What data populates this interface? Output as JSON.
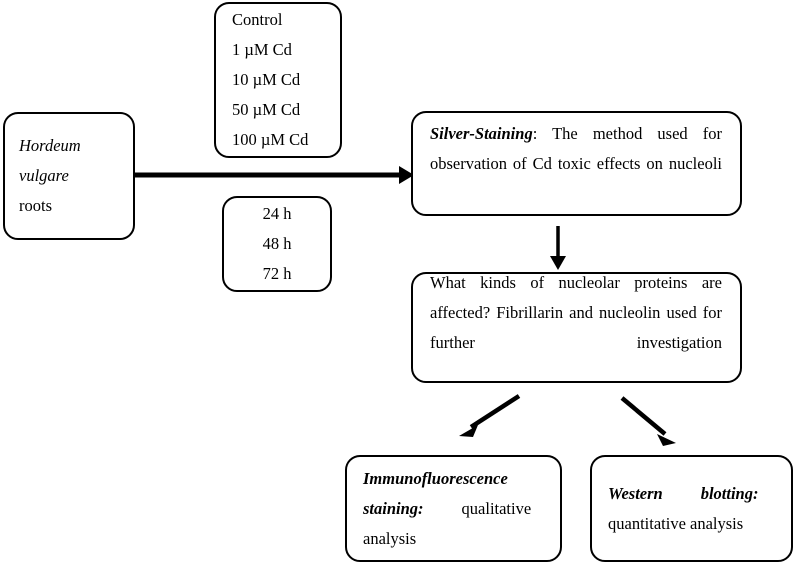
{
  "diagram": {
    "title": "Experimental design flowchart of Cd toxicity study in Hordeum vulgare roots",
    "colors": {
      "stroke": "#000000",
      "background": "#ffffff",
      "text": "#000000"
    },
    "boxes": {
      "plant_material": {
        "name": "plant-material-box",
        "lines": [
          {
            "text": "Hordeum",
            "style": "italic"
          },
          {
            "text": "vulgare",
            "style": "italic"
          },
          {
            "text": "roots",
            "style": "regular"
          }
        ]
      },
      "treatments": {
        "name": "cd-treatment-box",
        "lines": [
          "Control",
          "1 µM Cd",
          "10 µM Cd",
          "50 µM Cd",
          "100 µM Cd"
        ]
      },
      "durations": {
        "name": "exposure-duration-box",
        "lines": [
          "24 h",
          "48 h",
          "72 h"
        ]
      },
      "silver_staining": {
        "name": "silver-staining-box",
        "label": "Silver-Staining",
        "label_suffix": ":",
        "body": "The method used for observation of Cd toxic effects on nucleoli"
      },
      "question": {
        "name": "nucleolar-protein-question-box",
        "body": "What kinds of nucleolar proteins are affected? Fibrillarin and nucleolin used for further investigation"
      },
      "immunofluorescence": {
        "name": "immunofluorescence-box",
        "label_line1": "Immunofluorescence",
        "label_line2": "staining:",
        "body_inline": "qualitative",
        "body_next": "analysis"
      },
      "western_blot": {
        "name": "western-blotting-box",
        "label_part1": "Western",
        "label_part2": "blotting:",
        "body": "quantitative analysis"
      }
    },
    "arrows": [
      {
        "name": "arrow-roots-to-silver-staining",
        "kind": "horizontal-thick"
      },
      {
        "name": "arrow-silver-staining-to-question",
        "kind": "vertical"
      },
      {
        "name": "arrow-question-to-immunofluorescence",
        "kind": "diagonal-left"
      },
      {
        "name": "arrow-question-to-western-blotting",
        "kind": "diagonal-right"
      }
    ]
  }
}
